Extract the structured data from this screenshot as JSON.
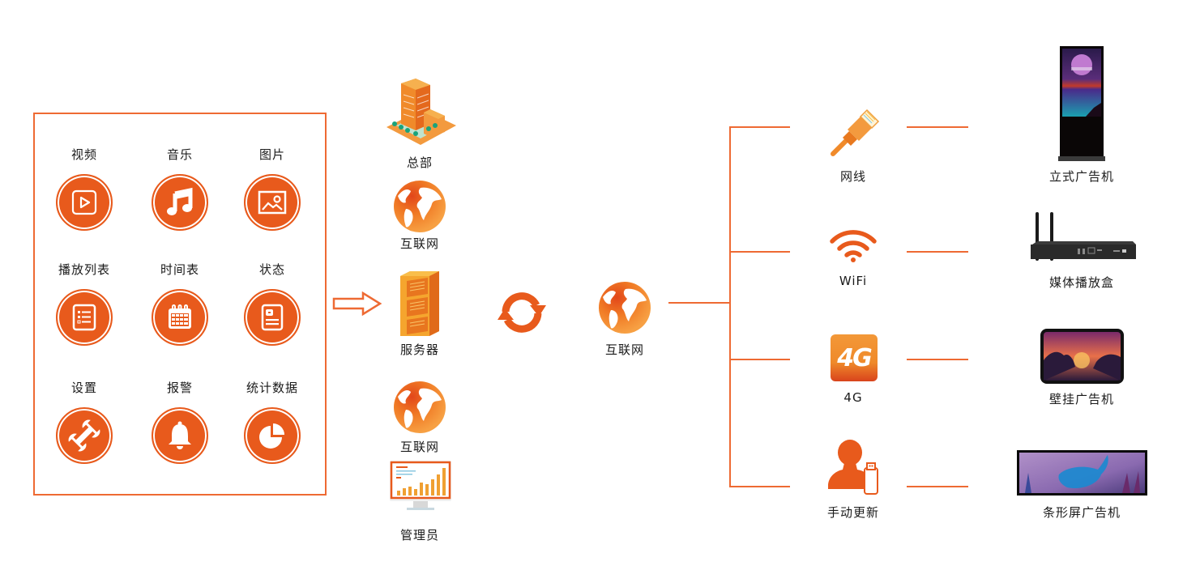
{
  "colors": {
    "accent": "#e85a1c",
    "line": "#ee6a33",
    "icon_light": "#f7a043"
  },
  "functions": [
    {
      "label": "视频",
      "icon": "play-icon"
    },
    {
      "label": "音乐",
      "icon": "music-note-icon"
    },
    {
      "label": "图片",
      "icon": "image-icon"
    },
    {
      "label": "播放列表",
      "icon": "playlist-icon"
    },
    {
      "label": "时间表",
      "icon": "calendar-icon"
    },
    {
      "label": "状态",
      "icon": "status-card-icon"
    },
    {
      "label": "设置",
      "icon": "wrench-icon"
    },
    {
      "label": "报警",
      "icon": "bell-icon"
    },
    {
      "label": "统计数据",
      "icon": "pie-chart-icon"
    }
  ],
  "center_column": {
    "headquarters": "总部",
    "internet_top": "互联网",
    "server": "服务器",
    "internet_bottom": "互联网",
    "admin": "管理员"
  },
  "internet_hub": "互联网",
  "connections": [
    {
      "label": "网线",
      "icon": "ethernet-cable-icon"
    },
    {
      "label": "WiFi",
      "icon": "wifi-icon"
    },
    {
      "label": "4G",
      "icon": "4g-icon",
      "icon_text": "4G"
    },
    {
      "label": "手动更新",
      "icon": "user-usb-icon"
    }
  ],
  "devices": [
    {
      "label": "立式广告机",
      "icon": "standing-kiosk-icon"
    },
    {
      "label": "媒体播放盒",
      "icon": "media-box-icon"
    },
    {
      "label": "壁挂广告机",
      "icon": "wall-display-icon"
    },
    {
      "label": "条形屏广告机",
      "icon": "bar-display-icon"
    }
  ]
}
